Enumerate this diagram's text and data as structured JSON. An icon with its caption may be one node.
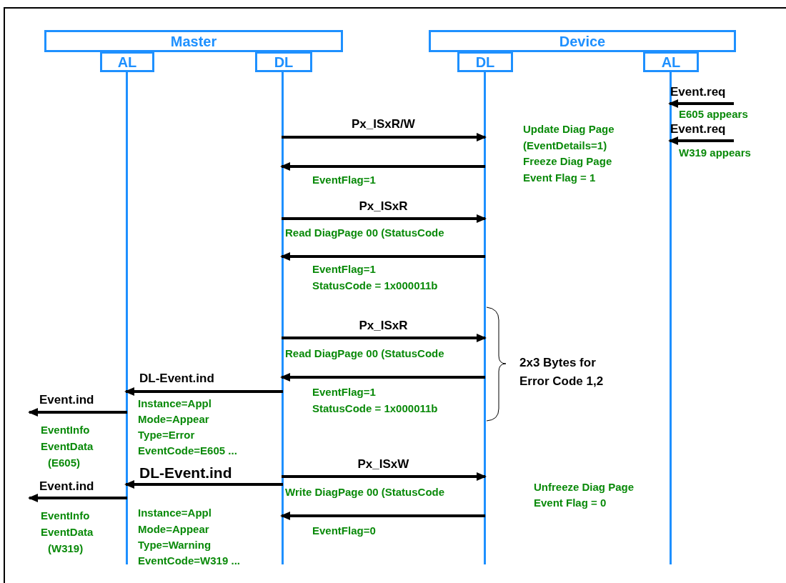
{
  "diagram": {
    "nodes": [
      {
        "text": [
          "Master"
        ]
      },
      {
        "text": [
          "Device"
        ]
      },
      {
        "text": [
          "AL"
        ]
      },
      {
        "text": [
          "DL"
        ]
      },
      {
        "text": [
          "DL"
        ]
      },
      {
        "text": [
          "AL"
        ]
      }
    ],
    "edges": [
      {
        "from": null,
        "to": 5,
        "arrow": "to",
        "label": "Event.req"
      },
      {
        "from": null,
        "to": 5,
        "arrow": "to",
        "label": "Event.req"
      },
      {
        "from": 3,
        "to": 4,
        "arrow": "to",
        "label": "Px_ISxR/W"
      },
      {
        "from": 4,
        "to": 3,
        "arrow": "to"
      },
      {
        "from": 3,
        "to": 4,
        "arrow": "to",
        "label": "Px_ISxR"
      },
      {
        "from": 4,
        "to": 3,
        "arrow": "to"
      },
      {
        "from": 3,
        "to": 4,
        "arrow": "to",
        "label": "Px_ISxR"
      },
      {
        "from": 4,
        "to": 3,
        "arrow": "to"
      },
      {
        "from": 3,
        "to": 2,
        "arrow": "to",
        "label": "DL-Event.ind"
      },
      {
        "from": 2,
        "to": null,
        "arrow": "to",
        "label": "Event.ind"
      },
      {
        "from": 3,
        "to": 4,
        "arrow": "to",
        "label": "Px_ISxW"
      },
      {
        "from": 3,
        "to": 2,
        "arrow": "to",
        "label": "DL-Event.ind"
      },
      {
        "from": 2,
        "to": null,
        "arrow": "to",
        "label": "Event.ind"
      },
      {
        "from": 4,
        "to": 3,
        "arrow": "to"
      }
    ],
    "labels": [
      "E605 appears",
      "W319 appears",
      "Update Diag Page",
      "(EventDetails=1)",
      "Freeze Diag Page",
      "Event Flag = 1",
      "EventFlag=1",
      "Read DiagPage 00 (StatusCode",
      "EventFlag=1",
      "StatusCode = 1x000011b",
      "Read DiagPage 00 (StatusCode",
      "2x3 Bytes for",
      "Error Code 1,2",
      "EventFlag=1",
      "StatusCode = 1x000011b",
      "Instance=Appl",
      "Mode=Appear",
      "Type=Error",
      "EventCode=E605 ...",
      "EventInfo",
      "EventData",
      "(E605)",
      "Write DiagPage 00 (StatusCode",
      "Unfreeze Diag Page",
      "Event Flag = 0",
      "Instance=Appl",
      "Mode=Appear",
      "Type=Warning",
      "EventCode=W319 ...",
      "EventInfo",
      "EventData",
      "(W319)",
      "EventFlag=0"
    ]
  }
}
